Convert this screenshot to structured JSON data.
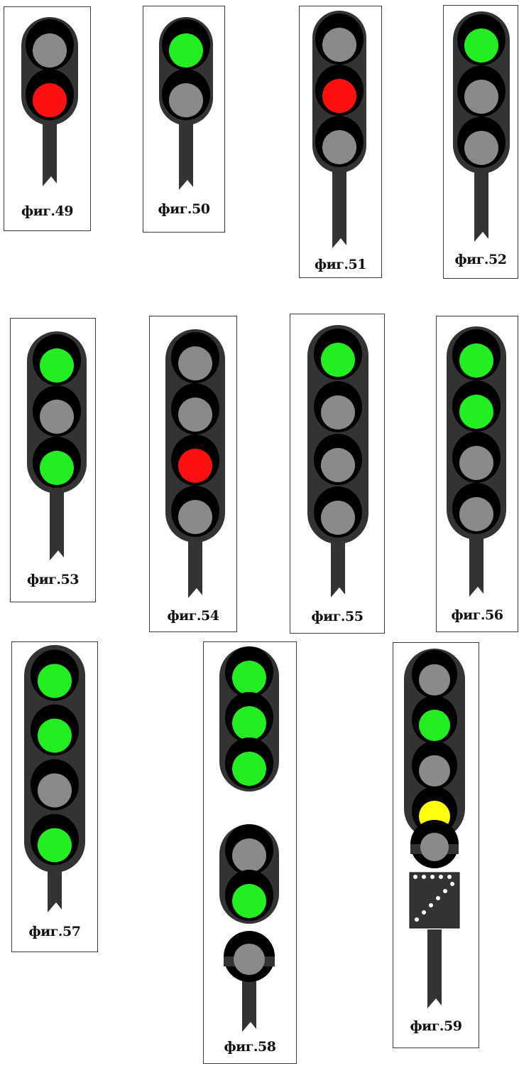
{
  "colors": {
    "housing": "#333333",
    "hood": "#000000",
    "off": "#8a8a8a",
    "green": "#22ee22",
    "red": "#ff1010",
    "yellow": "#ffff10",
    "white_dot": "#ffffff"
  },
  "figures": [
    {
      "caption": "фиг.49",
      "heads": [
        [
          "off",
          "red"
        ]
      ],
      "has_bottom_lamp": false,
      "has_plate": false
    },
    {
      "caption": "фиг.50",
      "heads": [
        [
          "green",
          "off"
        ]
      ],
      "has_bottom_lamp": false,
      "has_plate": false
    },
    {
      "caption": "фиг.51",
      "heads": [
        [
          "off",
          "red",
          "off"
        ]
      ],
      "has_bottom_lamp": false,
      "has_plate": false
    },
    {
      "caption": "фиг.52",
      "heads": [
        [
          "green",
          "off",
          "off"
        ]
      ],
      "has_bottom_lamp": false,
      "has_plate": false
    },
    {
      "caption": "фиг.53",
      "heads": [
        [
          "green",
          "off",
          "green"
        ]
      ],
      "has_bottom_lamp": false,
      "has_plate": false
    },
    {
      "caption": "фиг.54",
      "heads": [
        [
          "off",
          "off",
          "red",
          "off"
        ]
      ],
      "has_bottom_lamp": false,
      "has_plate": false
    },
    {
      "caption": "фиг.55",
      "heads": [
        [
          "green",
          "off",
          "off",
          "off"
        ]
      ],
      "has_bottom_lamp": false,
      "has_plate": false
    },
    {
      "caption": "фиг.56",
      "heads": [
        [
          "green",
          "green",
          "off",
          "off"
        ]
      ],
      "has_bottom_lamp": false,
      "has_plate": false
    },
    {
      "caption": "фиг.57",
      "heads": [
        [
          "green",
          "green",
          "off",
          "green"
        ]
      ],
      "has_bottom_lamp": false,
      "has_plate": false
    },
    {
      "caption": "фиг.58",
      "heads": [
        [
          "green",
          "green",
          "green"
        ],
        [
          "off",
          "green"
        ]
      ],
      "has_bottom_lamp": true,
      "bottom_lamp": "off",
      "has_plate": false
    },
    {
      "caption": "фиг.59",
      "heads": [
        [
          "off",
          "green",
          "off",
          "yellow"
        ]
      ],
      "has_bottom_lamp": true,
      "bottom_lamp": "off",
      "has_plate": true
    }
  ]
}
